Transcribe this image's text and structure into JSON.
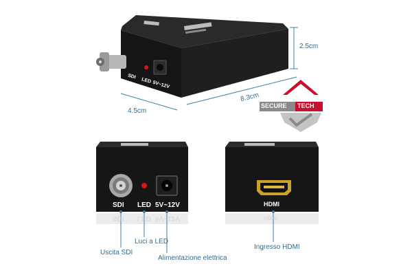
{
  "dimensions": {
    "height": "2.5cm",
    "length": "8.3cm",
    "width": "4.5cm"
  },
  "ports": {
    "sdi": "SDI",
    "led": "LED",
    "power": "5V~12V",
    "hdmi": "HDMI"
  },
  "callouts": {
    "sdi_out": "Uscita SDI",
    "led_light": "Luci a LED",
    "power_supply": "Alimentazione elettrica",
    "hdmi_in": "Ingresso HDMI"
  },
  "logo": {
    "left": "SECURE",
    "right": "TECH",
    "brand_red": "#c8102e",
    "brand_gray": "#8a8a8a"
  },
  "colors": {
    "device_body": "#1b1b1b",
    "dimension_line": "#3b7ca8",
    "led_red": "#d9141c"
  }
}
